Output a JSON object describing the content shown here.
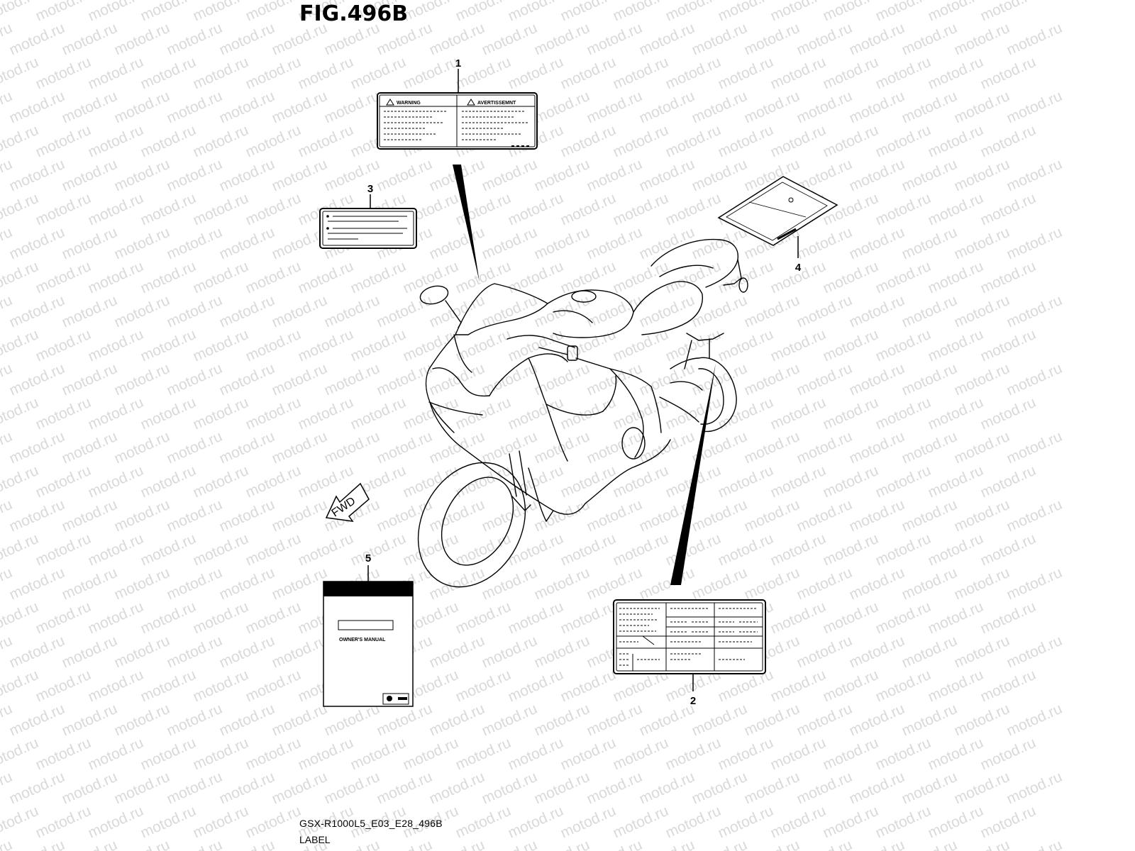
{
  "figure": {
    "title": "FIG.496B",
    "code": "GSX-R1000L5_E03_E28_496B",
    "section": "LABEL"
  },
  "watermark": "motod.ru",
  "callouts": {
    "c1": "1",
    "c2": "2",
    "c3": "3",
    "c4": "4",
    "c5": "5"
  },
  "label1": {
    "warning": "WARNING",
    "avertissement": "AVERTISSEMNT"
  },
  "manual": {
    "title": "OWNER'S MANUAL"
  },
  "arrow": {
    "text": "FWD"
  }
}
